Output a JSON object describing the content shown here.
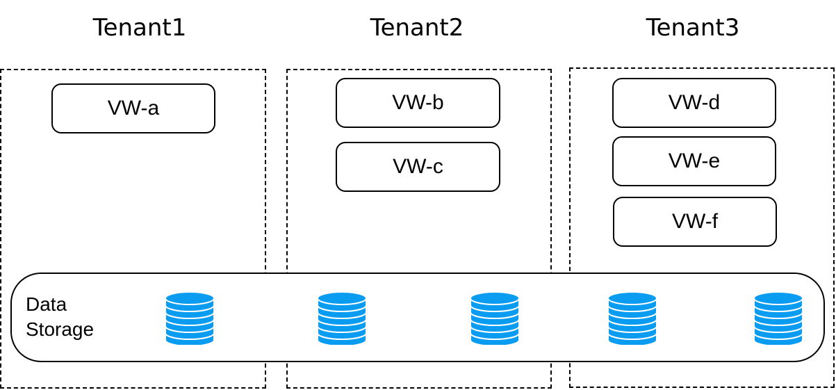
{
  "tenants": [
    {
      "title": "Tenant1",
      "warehouses": [
        "VW-a"
      ]
    },
    {
      "title": "Tenant2",
      "warehouses": [
        "VW-b",
        "VW-c"
      ]
    },
    {
      "title": "Tenant3",
      "warehouses": [
        "VW-d",
        "VW-e",
        "VW-f"
      ]
    }
  ],
  "storage": {
    "label_line1": "Data",
    "label_line2": "Storage",
    "database_icon": "database-icon",
    "database_count": 5
  },
  "colors": {
    "database_fill": "#0a9cf0",
    "database_stripe": "#ffffff",
    "border": "#000000"
  }
}
